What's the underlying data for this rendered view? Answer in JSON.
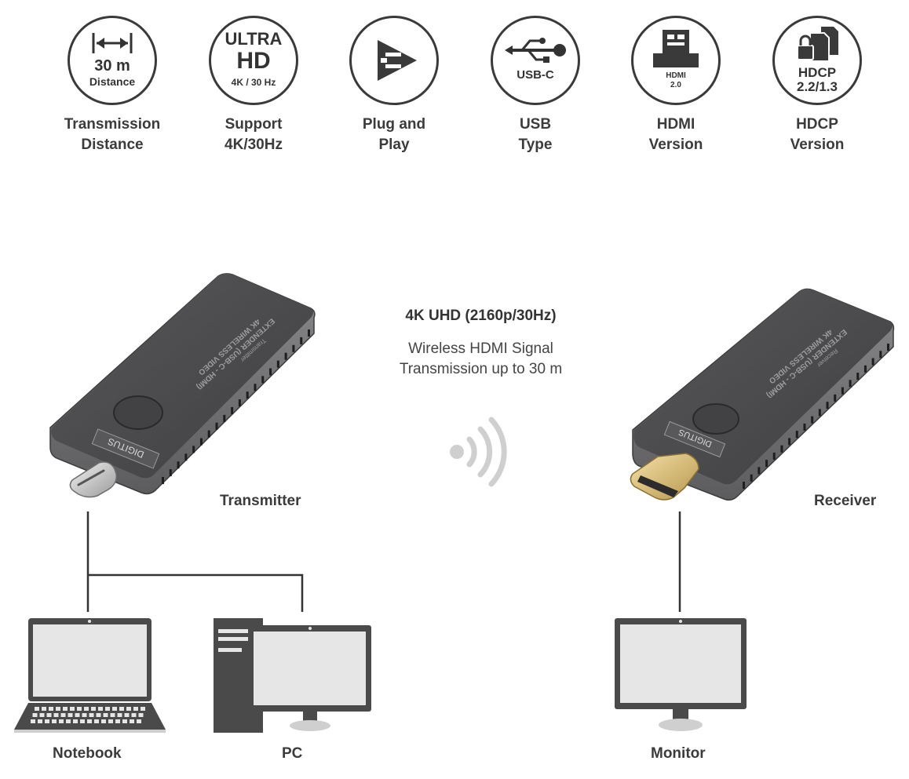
{
  "features": [
    {
      "caption_line1": "Transmission",
      "caption_line2": "Distance",
      "icon": "distance-arrow-icon",
      "icon_text1": "30 m",
      "icon_text2": "Distance"
    },
    {
      "caption_line1": "Support",
      "caption_line2": "4K/30Hz",
      "icon": "ultra-hd-icon",
      "icon_text1": "ULTRA",
      "icon_text2": "HD",
      "icon_text3": "4K / 30 Hz"
    },
    {
      "caption_line1": "Plug and",
      "caption_line2": "Play",
      "icon": "plug-and-play-icon"
    },
    {
      "caption_line1": "USB",
      "caption_line2": "Type",
      "icon": "usb-icon",
      "icon_text1": "USB-C"
    },
    {
      "caption_line1": "HDMI",
      "caption_line2": "Version",
      "icon": "hdmi-connector-icon",
      "icon_text1": "HDMI",
      "icon_text2": "2.0"
    },
    {
      "caption_line1": "HDCP",
      "caption_line2": "Version",
      "icon": "lock-documents-icon",
      "icon_text1": "HDCP",
      "icon_text2": "2.2/1.3"
    }
  ],
  "signal": {
    "title": "4K UHD (2160p/30Hz)",
    "line1": "Wireless HDMI Signal",
    "line2": "Transmission up to 30 m"
  },
  "transmitter": {
    "label": "Transmitter",
    "device_text1": "4K WIRELESS VIDEO",
    "device_text2": "EXTENDER (USB-C - HDMI)",
    "device_text3": "Transmitter",
    "brand": "DIGITUS"
  },
  "receiver": {
    "label": "Receiver",
    "device_text1": "4K WIRELESS VIDEO",
    "device_text2": "EXTENDER (USB-C - HDMI)",
    "device_text3": "Receiver",
    "brand": "DIGITUS"
  },
  "endpoints": {
    "notebook": "Notebook",
    "pc": "PC",
    "monitor": "Monitor"
  },
  "colors": {
    "device_body": "#5b5b5d",
    "device_top": "#48484a",
    "icon_dark": "#3a3a3a",
    "screen_gray": "#e6e6e6"
  }
}
